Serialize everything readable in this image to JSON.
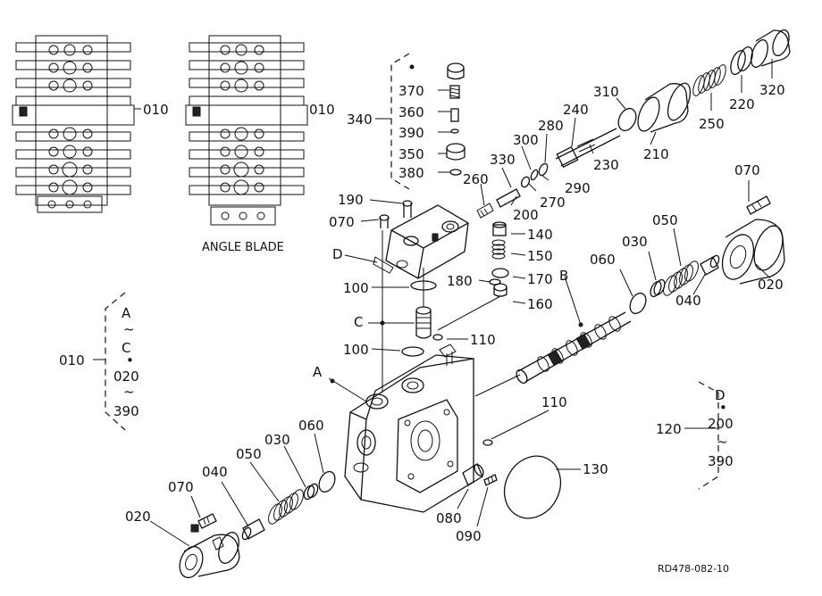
{
  "angle_blade_label": "ANGLE BLADE",
  "drawing_code": "RD478-082-10",
  "bracket_010": [
    "A",
    "~",
    "C",
    "•",
    "020",
    "~",
    "390"
  ],
  "bracket_120": [
    "D",
    "•",
    "200",
    "~",
    "390"
  ],
  "callouts": {
    "c010_top_left": "010",
    "c010_top_right": "010",
    "c010_left": "010",
    "c120": "120",
    "c340": "340",
    "c370": "370",
    "c360": "360",
    "c390": "390",
    "c350": "350",
    "c380": "380",
    "c310": "310",
    "c240": "240",
    "c280": "280",
    "c300": "300",
    "c330": "330",
    "c260": "260",
    "c270": "270",
    "c290": "290",
    "c200": "200",
    "c230": "230",
    "c210": "210",
    "c250": "250",
    "c220": "220",
    "c320": "320",
    "c190": "190",
    "c070_top": "070",
    "c070_right": "070",
    "c070_bottom": "070",
    "cD": "D",
    "c140": "140",
    "c150": "150",
    "c180": "180",
    "c170": "170",
    "c160": "160",
    "c100_top": "100",
    "c100_mid": "100",
    "cC": "C",
    "c110_top": "110",
    "c110_bottom": "110",
    "cA": "A",
    "cB": "B",
    "c060_right": "060",
    "c030_right": "030",
    "c050_right": "050",
    "c040_right": "040",
    "c020_right": "020",
    "c060_left": "060",
    "c030_left": "030",
    "c050_left": "050",
    "c040_left": "040",
    "c020_left": "020",
    "c080": "080",
    "c090": "090",
    "c130": "130"
  }
}
